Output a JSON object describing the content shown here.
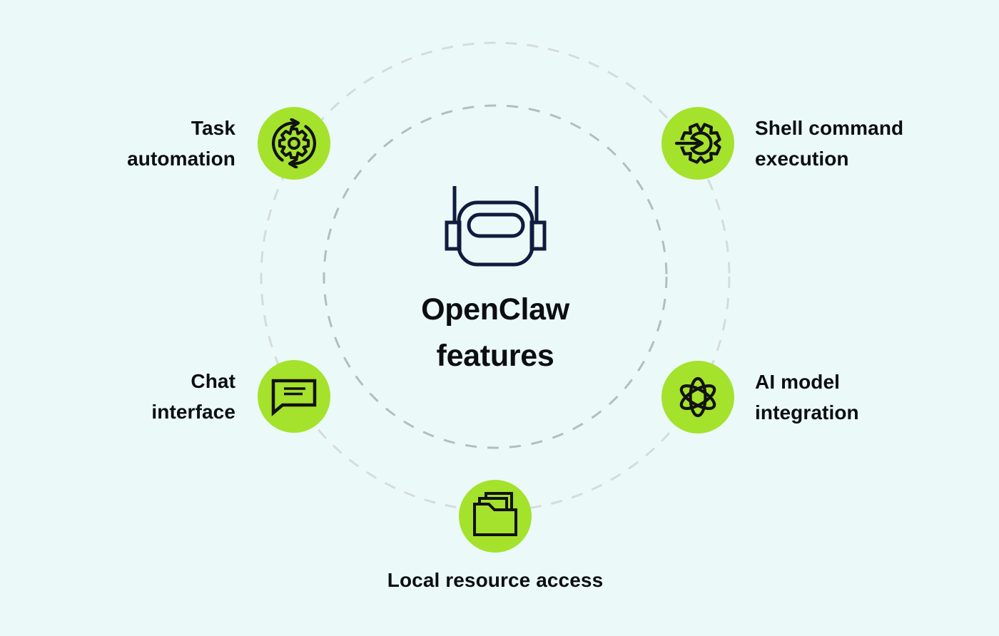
{
  "colors": {
    "background": "#ebfaf8",
    "node_green": "#a4e22c",
    "icon_stroke": "#121212",
    "robot_navy": "#101c3e",
    "text": "#0c0e12",
    "inner_ring": "#b5bcc3",
    "outer_ring": "#d6dbde"
  },
  "center": {
    "robot_icon": "robot-head-icon",
    "title_lines": [
      "OpenClaw",
      "features"
    ]
  },
  "features": [
    {
      "id": "task-automation",
      "icon": "sync-gear-icon",
      "lines": [
        "Task",
        "automation"
      ]
    },
    {
      "id": "shell-command-execution",
      "icon": "gear-arrow-icon",
      "lines": [
        "Shell command",
        "execution"
      ]
    },
    {
      "id": "chat-interface",
      "icon": "chat-bubble-icon",
      "lines": [
        "Chat",
        "interface"
      ]
    },
    {
      "id": "ai-model-integration",
      "icon": "atom-icon",
      "lines": [
        "AI model",
        "integration"
      ]
    },
    {
      "id": "local-resource-access",
      "icon": "folder-icon",
      "lines": [
        "Local resource access"
      ]
    }
  ]
}
